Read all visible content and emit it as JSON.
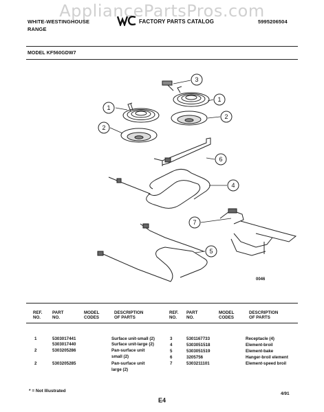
{
  "watermark": "AppliancePartsPros.com",
  "header": {
    "brand_line1": "WHITE-WESTINGHOUSE",
    "brand_line2": "RANGE",
    "catalog_title": "FACTORY PARTS CATALOG",
    "catalog_number": "5995206504",
    "logo_text": "WCI",
    "model": "MODEL KF560GDW7"
  },
  "diagram": {
    "figure_code": "0046",
    "callouts": [
      "1",
      "2",
      "3",
      "1",
      "2",
      "6",
      "4",
      "7",
      "5"
    ]
  },
  "table": {
    "headers": {
      "ref": "REF. NO.",
      "part": "PART NO.",
      "model": "MODEL CODES",
      "desc": "DESCRIPTION OF PARTS"
    },
    "left": [
      {
        "ref": "1",
        "part": "5303017441",
        "desc": "Surface unit-small (2)"
      },
      {
        "ref": "",
        "part": "5303017440",
        "desc": "Surface unit-large (2)"
      },
      {
        "ref": "2",
        "part": "5303205286",
        "desc": "Pan-surface unit"
      },
      {
        "ref": "",
        "part": "",
        "desc": "small (2)"
      },
      {
        "ref": "2",
        "part": "5303205285",
        "desc": "Pan-surface unit"
      },
      {
        "ref": "",
        "part": "",
        "desc": "large (2)"
      }
    ],
    "right": [
      {
        "ref": "3",
        "part": "5301167733",
        "desc": "Receptacle (4)"
      },
      {
        "ref": "4",
        "part": "5303051518",
        "desc": "Element-broil"
      },
      {
        "ref": "5",
        "part": "5303051519",
        "desc": "Element-bake"
      },
      {
        "ref": "6",
        "part": "3205756",
        "desc": "Hanger-broil element"
      },
      {
        "ref": "7",
        "part": "5303211101",
        "desc": "Element-speed broil"
      }
    ]
  },
  "footer": {
    "note": "* = Not Illustrated",
    "page": "E4",
    "date": "4/91"
  }
}
